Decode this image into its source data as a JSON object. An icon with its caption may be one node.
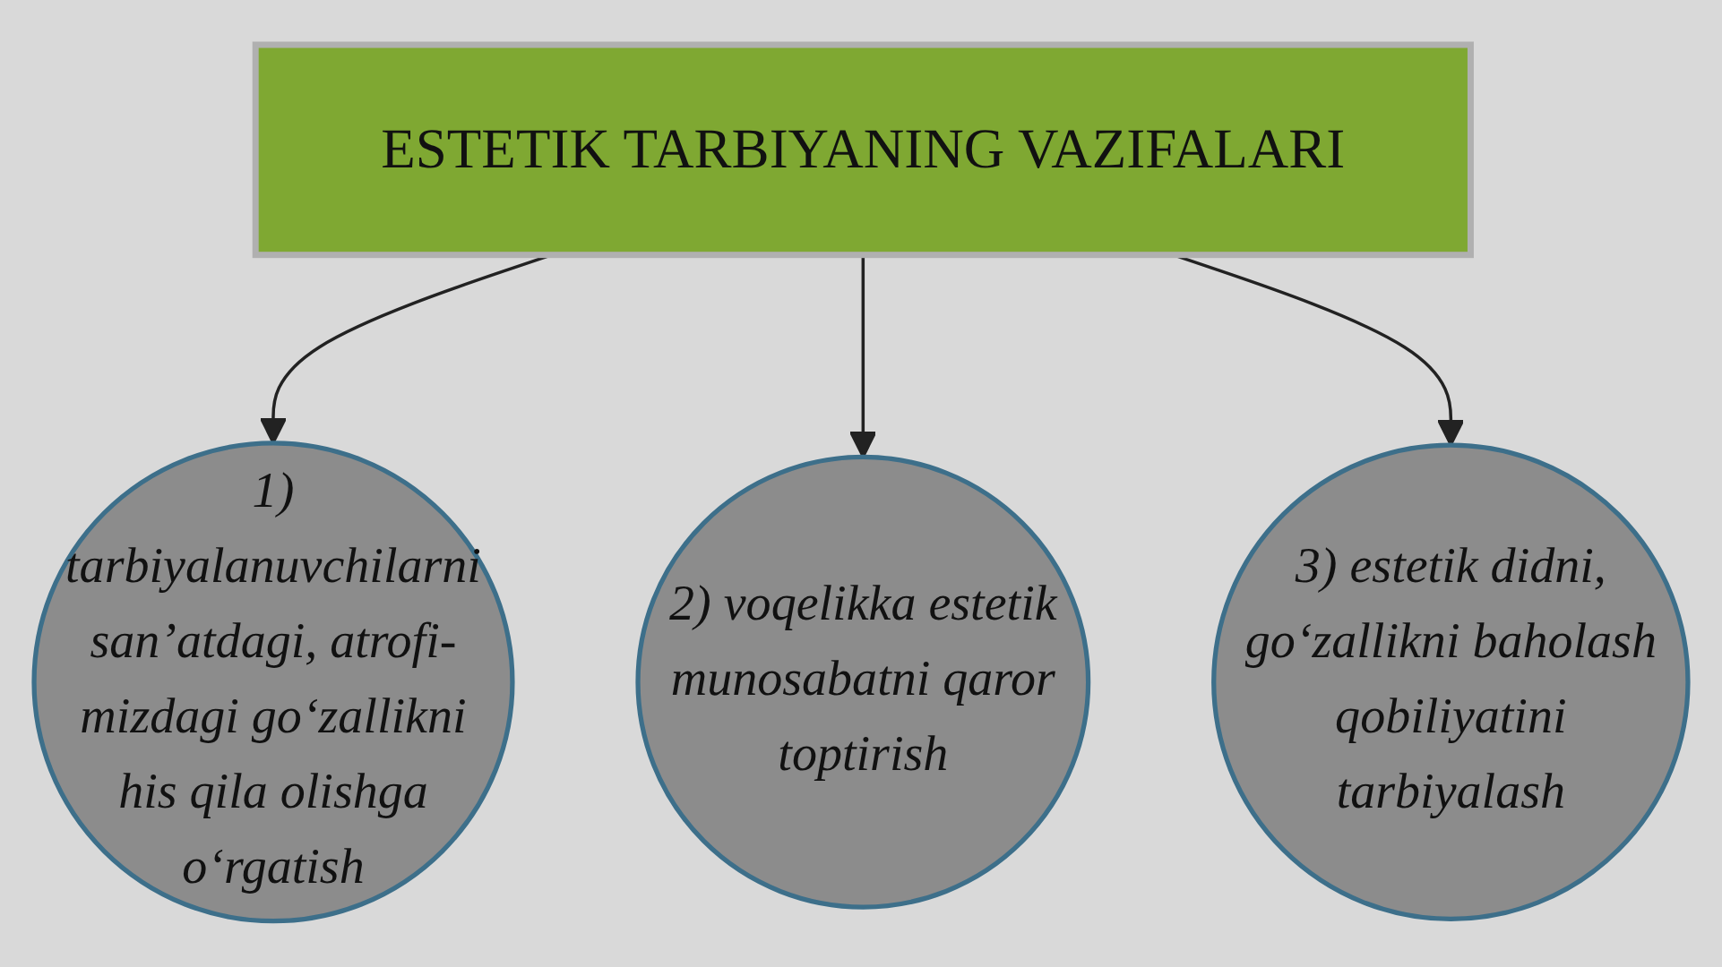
{
  "diagram": {
    "nodes": [
      {
        "text": [
          "ESTETIK TARBIYANING VAZIFALARI"
        ]
      },
      {
        "text": [
          "1) tarbiyalanuvchilarni san’atdagi, atrofi- mizdagi go‘zallikni his qila olishga o‘rgatish"
        ]
      },
      {
        "text": [
          "2) voqelikka estetik munosabatni qaror toptirish"
        ]
      },
      {
        "text": [
          "3) estetik didni, go‘zallikni baholash qobiliyatini tarbiyalash"
        ]
      }
    ],
    "edges": [
      {
        "from": 0,
        "to": 1,
        "arrow": "to"
      },
      {
        "from": 0,
        "to": 2,
        "arrow": "to"
      },
      {
        "from": 0,
        "to": 3,
        "arrow": "to"
      }
    ]
  }
}
